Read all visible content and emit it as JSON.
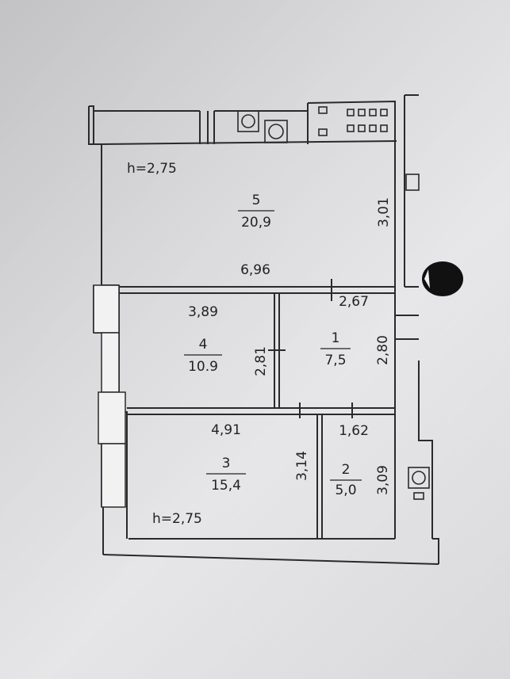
{
  "ceiling_height_top": "h=2,75",
  "ceiling_height_bottom": "h=2,75",
  "rooms": [
    {
      "number": "5",
      "area": "20,9",
      "width": "6,96",
      "depth": "3,01"
    },
    {
      "number": "4",
      "area": "10.9",
      "width": "3,89",
      "depth": "2,81"
    },
    {
      "number": "1",
      "area": "7,5",
      "width": "2,67",
      "depth": "2,80"
    },
    {
      "number": "3",
      "area": "15,4",
      "width": "4,91",
      "depth": "3,14"
    },
    {
      "number": "2",
      "area": "5,0",
      "width": "1,62",
      "depth": "3,09"
    }
  ],
  "colors": {
    "line": "#2a2a2a",
    "paper": "#e6e6e8",
    "mark": "#111111"
  }
}
